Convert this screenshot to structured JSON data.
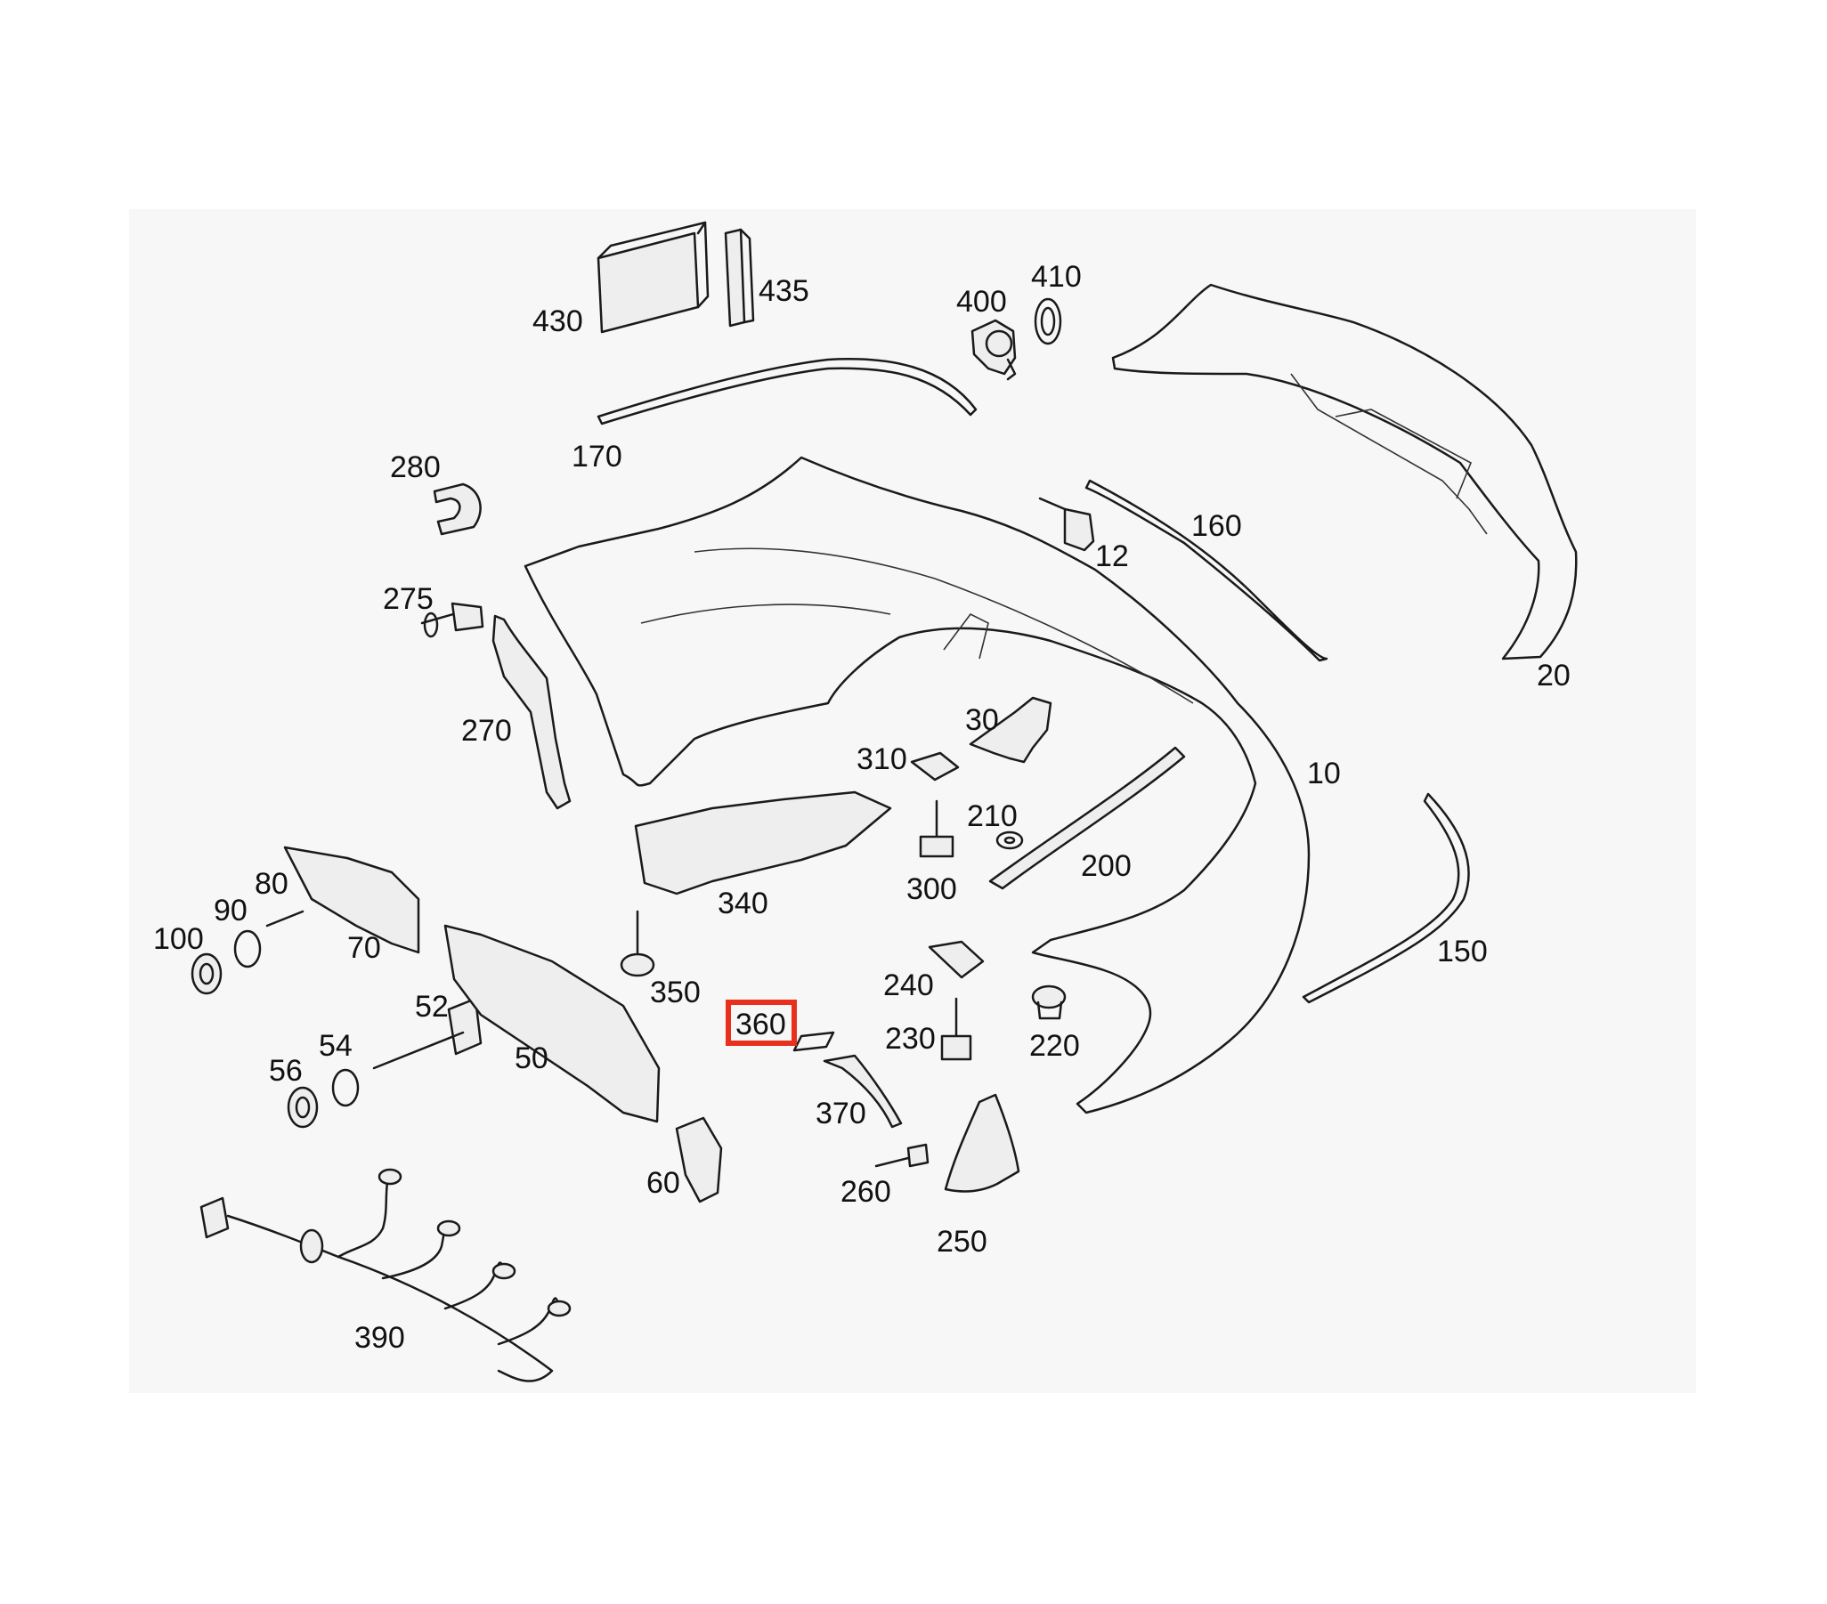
{
  "colors": {
    "background": "#ffffff",
    "panel": "#f7f7f7",
    "line": "#1a1a1a",
    "highlight": "#e8301c"
  },
  "highlighted_part": "360",
  "labels": {
    "p430": "430",
    "p435": "435",
    "p400": "400",
    "p410": "410",
    "p170": "170",
    "p280": "280",
    "p275": "275",
    "p270": "270",
    "p12": "12",
    "p160": "160",
    "p20": "20",
    "p30": "30",
    "p310": "310",
    "p10": "10",
    "p210": "210",
    "p200": "200",
    "p300": "300",
    "p340": "340",
    "p80": "80",
    "p90": "90",
    "p100": "100",
    "p70": "70",
    "p350": "350",
    "p240": "240",
    "p150": "150",
    "p52": "52",
    "p54": "54",
    "p56": "56",
    "p50": "50",
    "p360": "360",
    "p230": "230",
    "p220": "220",
    "p370": "370",
    "p60": "60",
    "p260": "260",
    "p250": "250",
    "p390": "390"
  }
}
